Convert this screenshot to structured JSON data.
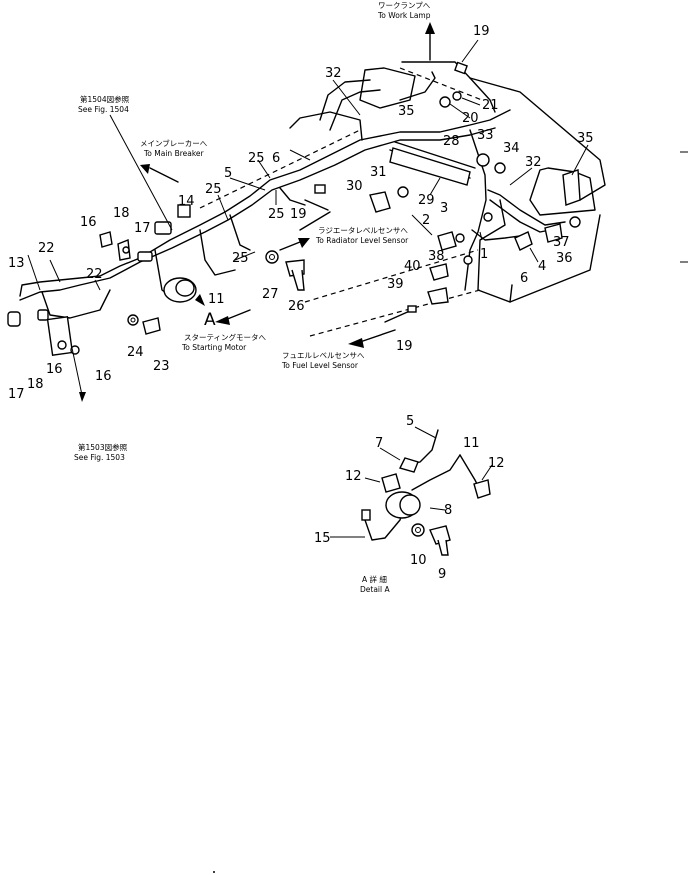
{
  "notes": {
    "work_lamp_jp": "ワークランプへ",
    "work_lamp_en": "To Work Lamp",
    "fig1504_jp": "第1504図参照",
    "fig1504_en": "See Fig. 1504",
    "main_breaker_jp": "メインブレーカーへ",
    "main_breaker_en": "To Main Breaker",
    "radiator_jp": "ラジエータレベルセンサへ",
    "radiator_en": "To Radiator Level Sensor",
    "starting_motor_jp": "スターティングモータへ",
    "starting_motor_en": "To Starting Motor",
    "fuel_level_jp": "フュエルレベルセンサへ",
    "fuel_level_en": "To Fuel Level Sensor",
    "fig1503_jp": "第1503図参照",
    "fig1503_en": "See Fig. 1503",
    "detail_jp": "A 詳 細",
    "detail_en": "Detail A",
    "view_a": "A"
  },
  "callouts": {
    "c1": "1",
    "c2": "2",
    "c3": "3",
    "c4": "4",
    "c5": "5",
    "c6": "6",
    "c7": "7",
    "c8": "8",
    "c9": "9",
    "c10": "10",
    "c11": "11",
    "c12": "12",
    "c13": "13",
    "c14": "14",
    "c15": "15",
    "c16": "16",
    "c17": "17",
    "c18": "18",
    "c19": "19",
    "c20": "20",
    "c21": "21",
    "c22": "22",
    "c23": "23",
    "c24": "24",
    "c25": "25",
    "c26": "26",
    "c27": "27",
    "c28": "28",
    "c29": "29",
    "c30": "30",
    "c31": "31",
    "c32": "32",
    "c33": "33",
    "c34": "34",
    "c35": "35",
    "c36": "36",
    "c37": "37",
    "c38": "38",
    "c39": "39",
    "c40": "40"
  }
}
